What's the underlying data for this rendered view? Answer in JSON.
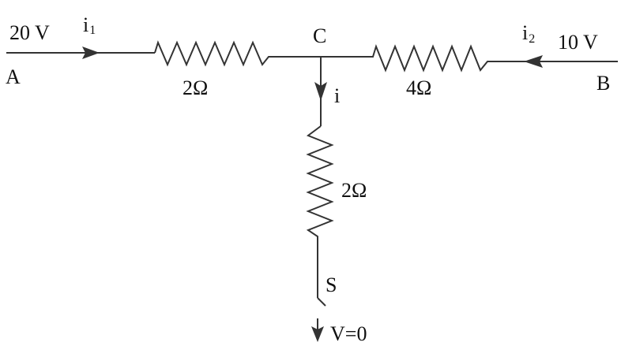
{
  "nodes": {
    "a": "A",
    "b": "B",
    "c": "C"
  },
  "voltages": {
    "a": "20 V",
    "b": "10 V",
    "ground": "V=0"
  },
  "currents": {
    "i1": "i",
    "i1_sub": "1",
    "i2": "i",
    "i2_sub": "2",
    "i": "i"
  },
  "resistors": {
    "left": "2Ω",
    "right": "4Ω",
    "vertical": "2Ω"
  },
  "switch": "S"
}
